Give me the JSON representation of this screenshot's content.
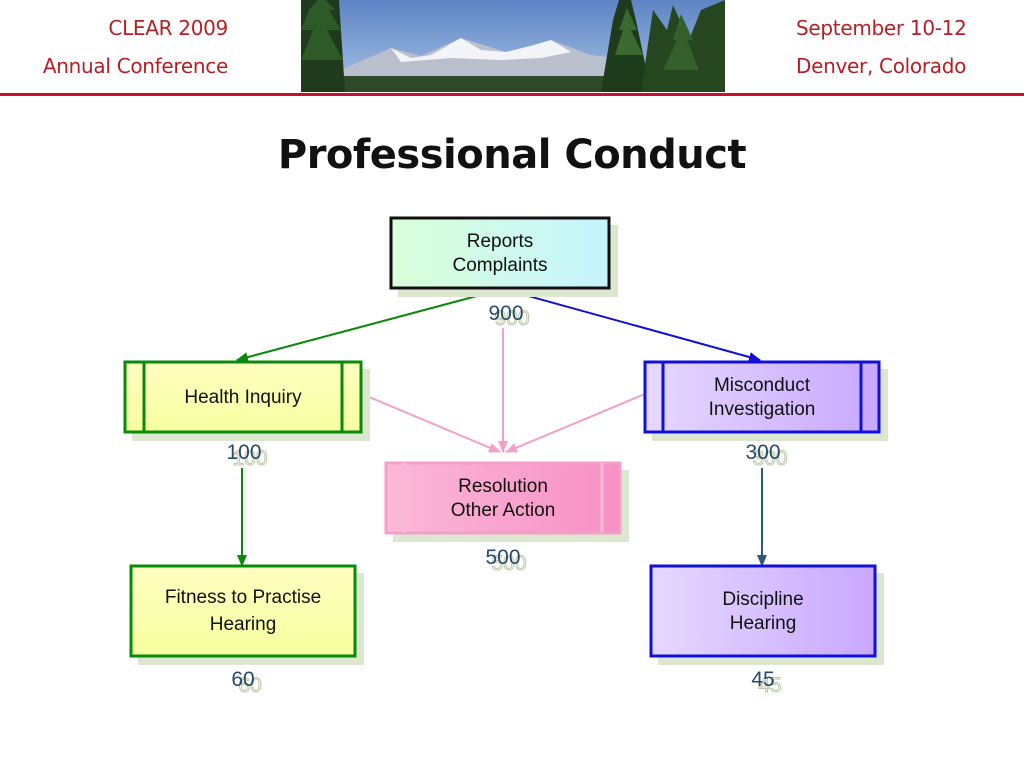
{
  "header": {
    "left_line1": "CLEAR 2009",
    "left_line2": "Annual Conference",
    "right_line1": "September 10-12",
    "right_line2": "Denver, Colorado",
    "accent_color": "#c8102e"
  },
  "title": "Professional Conduct",
  "nodes": {
    "reports": {
      "line1": "Reports",
      "line2": "Complaints",
      "count": "900"
    },
    "health": {
      "line1": "Health Inquiry",
      "count": "100"
    },
    "misconduct": {
      "line1": "Misconduct",
      "line2": "Investigation",
      "count": "300"
    },
    "resolution": {
      "line1": "Resolution",
      "line2": "Other Action",
      "count": "500"
    },
    "fitness": {
      "line1": "Fitness to Practise",
      "line2": "Hearing",
      "count": "60"
    },
    "discipline": {
      "line1": "Discipline",
      "line2": "Hearing",
      "count": "45"
    }
  },
  "colors": {
    "green": "#0a8a0a",
    "blue": "#1010d8",
    "pink": "#f3a0c8",
    "steel": "#2a5a78"
  }
}
